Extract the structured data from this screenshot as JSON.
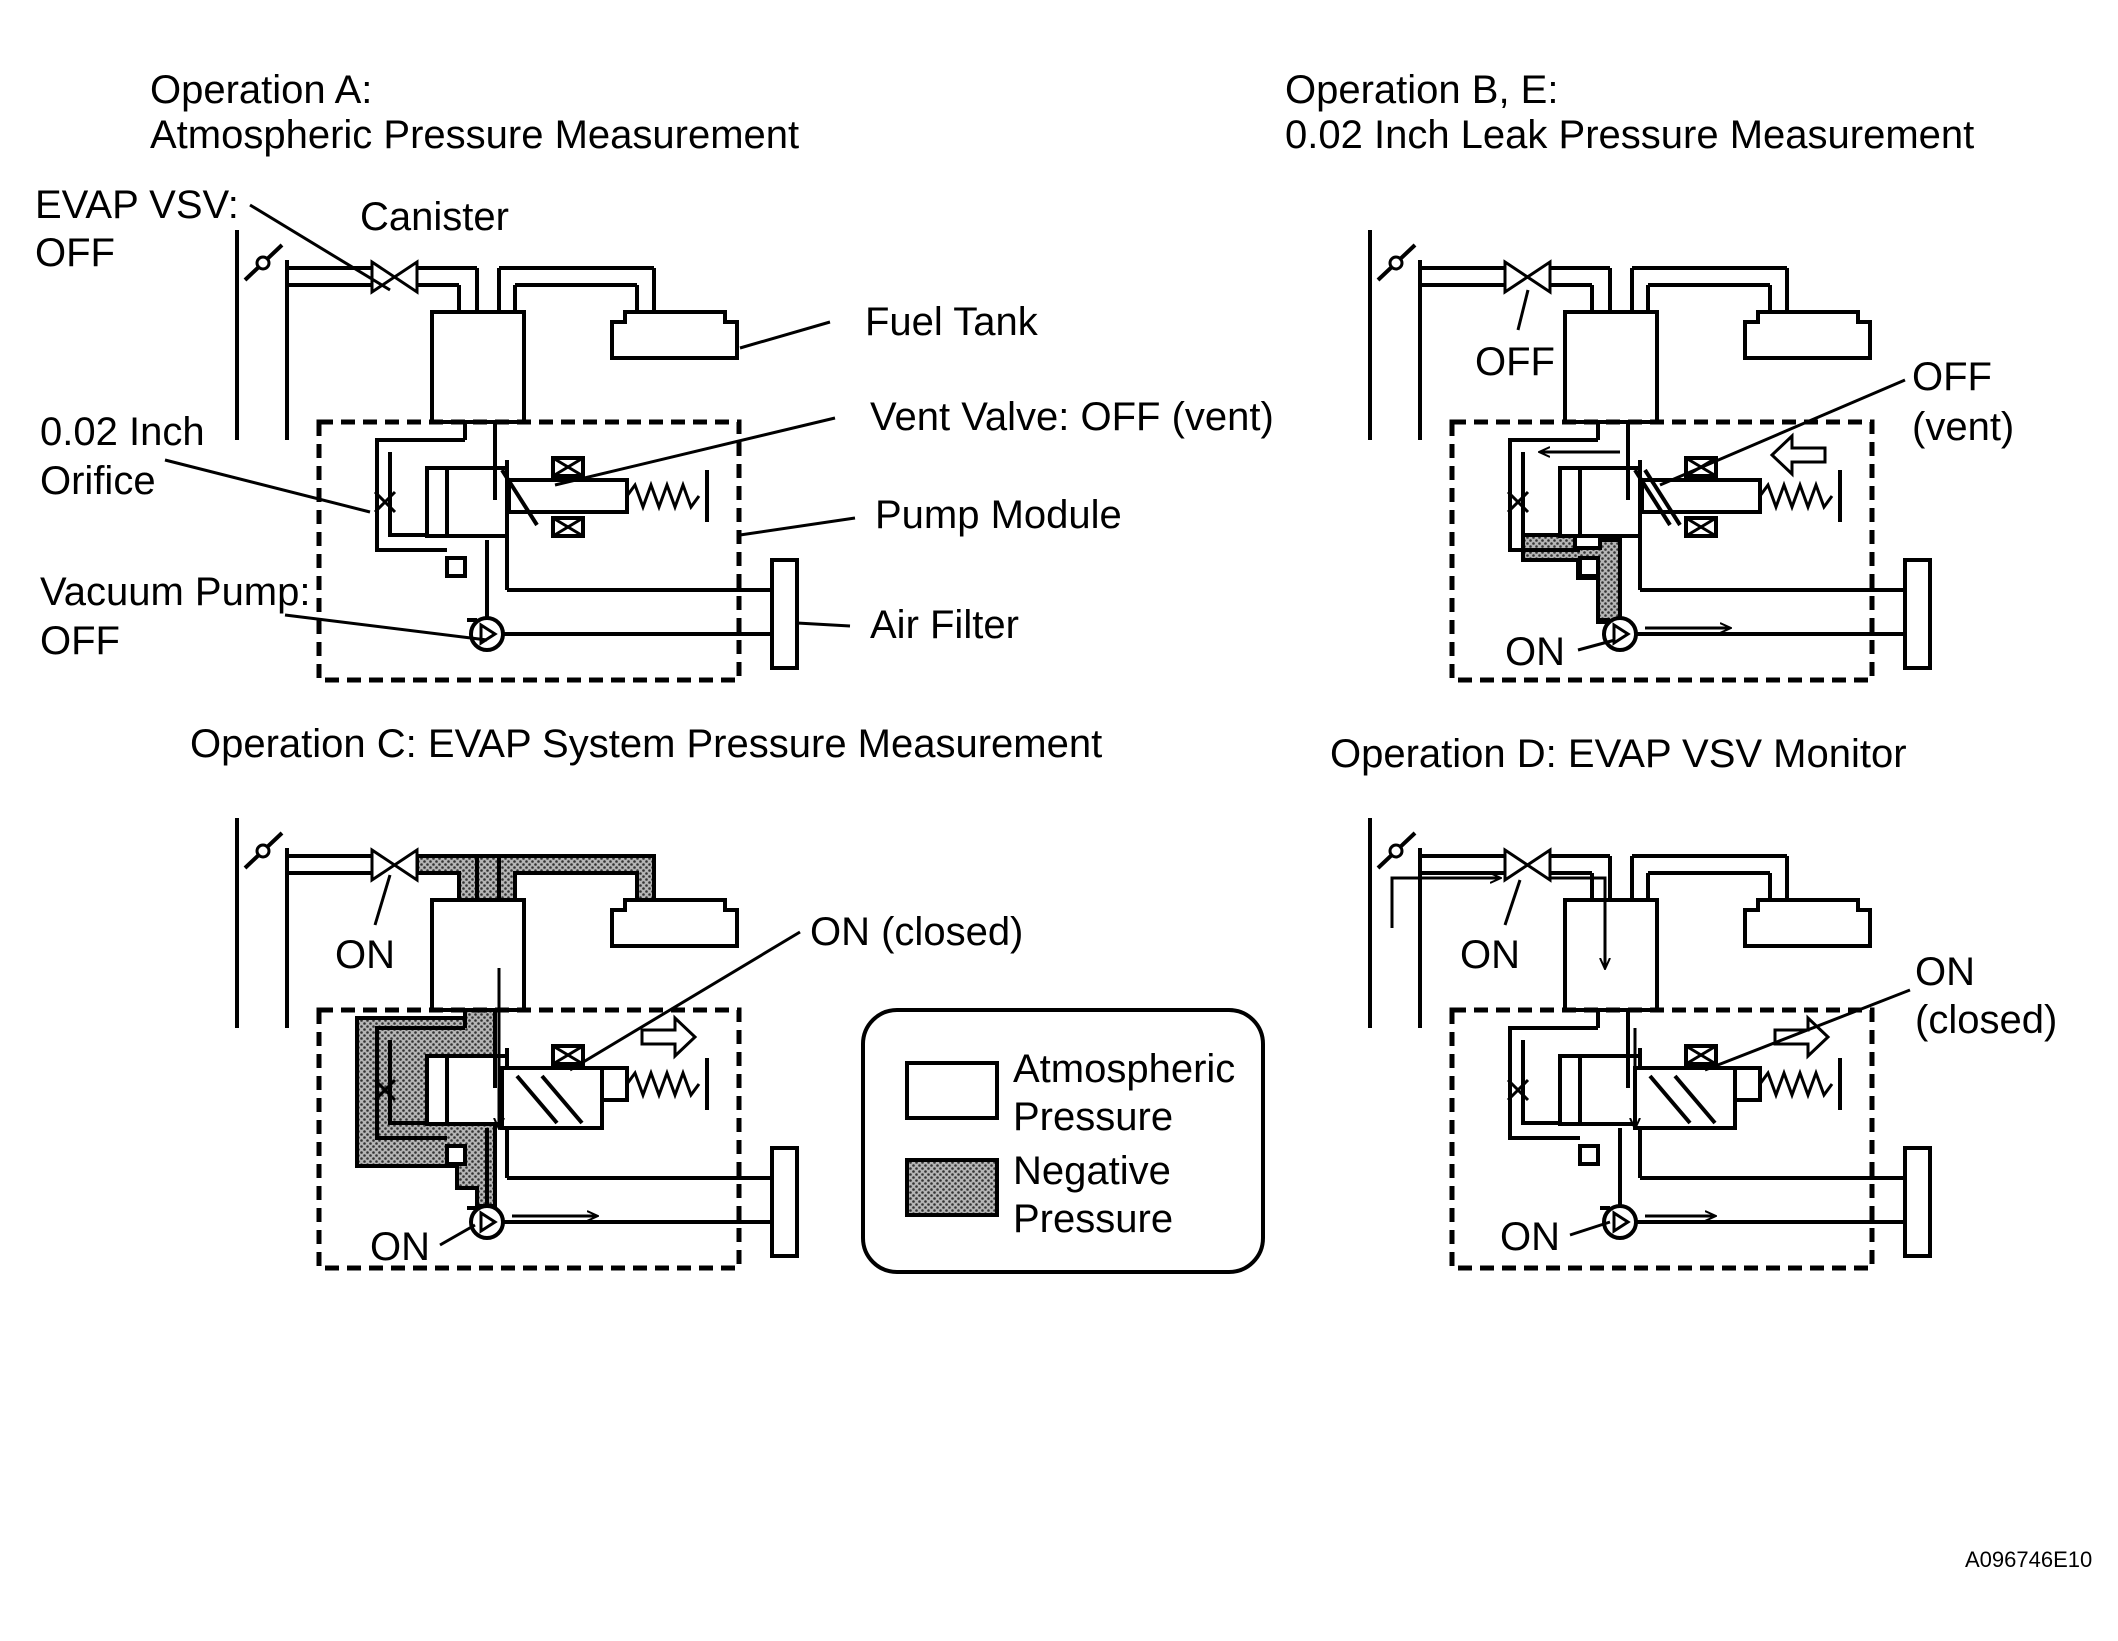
{
  "panels": {
    "a": {
      "title_line1": "Operation A:",
      "title_line2": "Atmospheric Pressure Measurement",
      "labels": {
        "evap_vsv_line1": "EVAP VSV:",
        "evap_vsv_line2": "OFF",
        "canister": "Canister",
        "fuel_tank": "Fuel Tank",
        "vent_valve": "Vent Valve: OFF (vent)",
        "orifice_line1": "0.02 Inch",
        "orifice_line2": "Orifice",
        "pump_module": "Pump Module",
        "vacuum_pump_line1": "Vacuum Pump:",
        "vacuum_pump_line2": "OFF",
        "air_filter": "Air Filter"
      }
    },
    "b": {
      "title_line1": "Operation B, E:",
      "title_line2": "0.02 Inch Leak Pressure Measurement",
      "labels": {
        "vsv_state": "OFF",
        "vent_state_line1": "OFF",
        "vent_state_line2": "(vent)",
        "pump_state": "ON"
      }
    },
    "c": {
      "title": "Operation C: EVAP System Pressure Measurement",
      "labels": {
        "vsv_state": "ON",
        "vent_state": "ON (closed)",
        "pump_state": "ON"
      }
    },
    "d": {
      "title": "Operation D: EVAP VSV Monitor",
      "labels": {
        "vsv_state": "ON",
        "vent_state_line1": "ON",
        "vent_state_line2": "(closed)",
        "pump_state": "ON"
      }
    }
  },
  "legend": {
    "atmospheric_line1": "Atmospheric",
    "atmospheric_line2": "Pressure",
    "negative_line1": "Negative",
    "negative_line2": "Pressure"
  },
  "figure_code": "A096746E10",
  "colors": {
    "line": "#000000",
    "background": "#ffffff",
    "negative_pressure_fill": "#8c8c8c"
  }
}
